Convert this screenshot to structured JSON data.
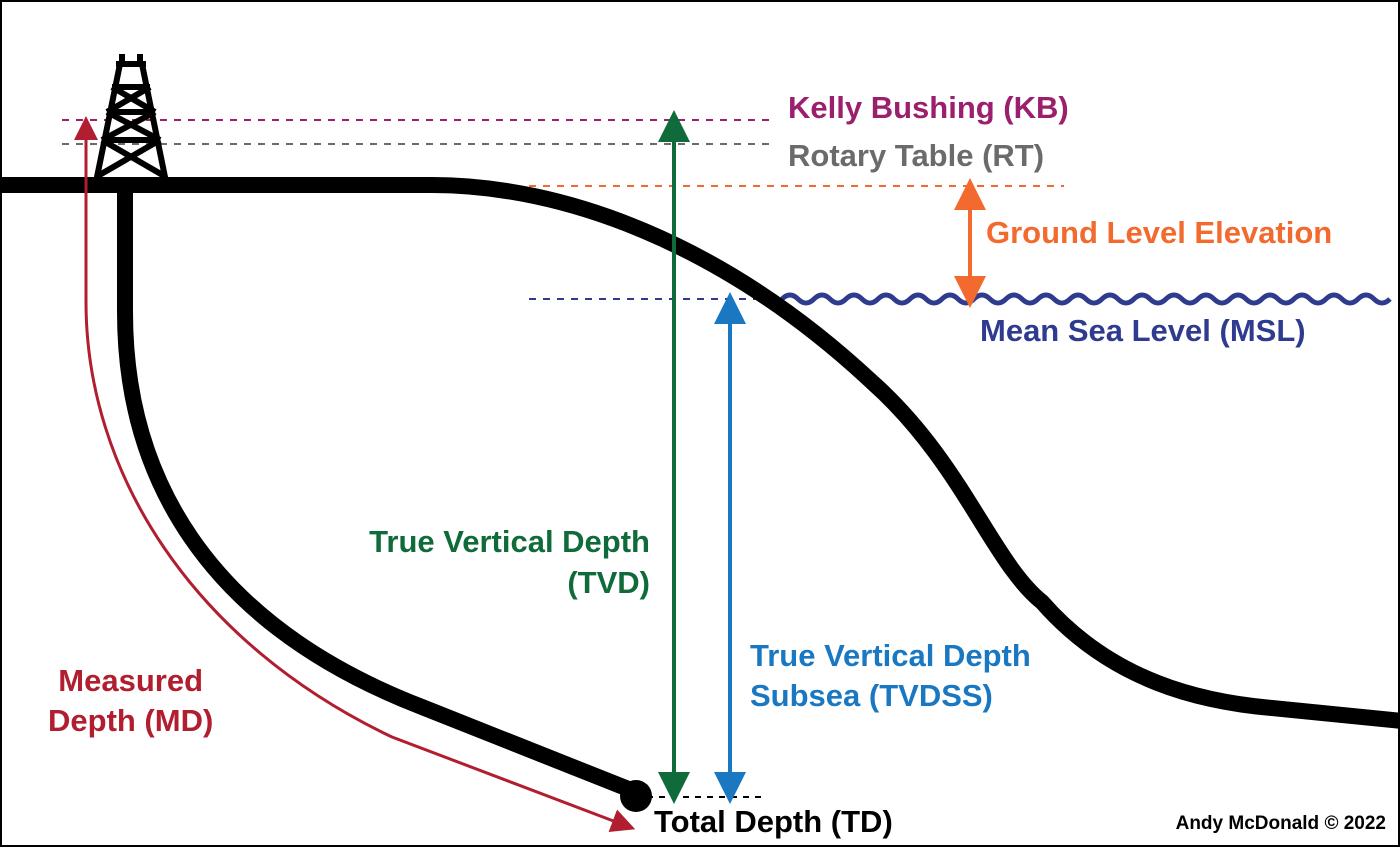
{
  "colors": {
    "kb": "#9c1f6e",
    "rt": "#6b6b6b",
    "ground_level": "#f26a2e",
    "msl": "#2e3b8f",
    "tvd": "#0f6b3a",
    "tvdss": "#1a78c2",
    "md": "#b01e2f",
    "td": "#000000"
  },
  "labels": {
    "kelly_bushing": "Kelly Bushing (KB)",
    "rotary_table": "Rotary Table (RT)",
    "ground_level_elevation": "Ground Level Elevation",
    "mean_sea_level": "Mean Sea Level (MSL)",
    "tvd_line1": "True Vertical Depth",
    "tvd_line2": "(TVD)",
    "tvdss_line1": "True Vertical Depth",
    "tvdss_line2": "Subsea (TVDSS)",
    "md_line1": "Measured",
    "md_line2": "Depth (MD)",
    "total_depth": "Total Depth (TD)",
    "credit": "Andy McDonald © 2022"
  },
  "icons": [
    "drilling-rig-icon",
    "well-path",
    "terrain-line",
    "sea-wave",
    "total-depth-marker"
  ]
}
